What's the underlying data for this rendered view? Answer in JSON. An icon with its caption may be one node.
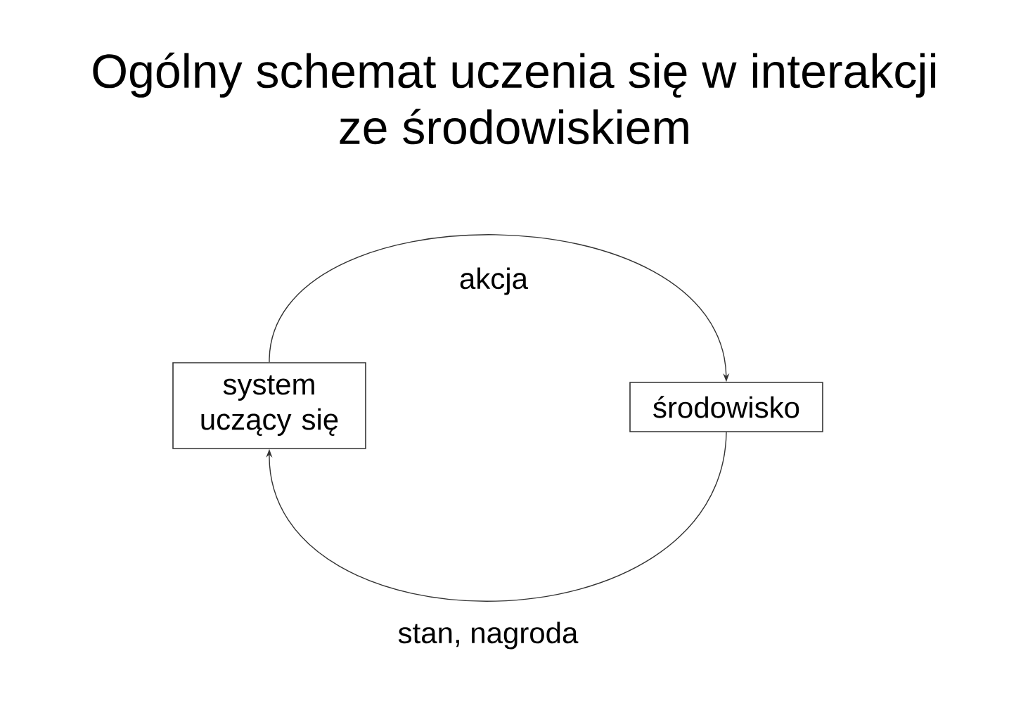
{
  "diagram": {
    "title": "Ogólny schemat uczenia się w interakcji ze środowiskiem",
    "nodes": [
      {
        "text": [
          "system uczący się"
        ]
      },
      {
        "text": [
          "środowisko"
        ]
      }
    ],
    "edges": [
      {
        "from": 0,
        "to": 1,
        "arrow": "to",
        "label": "akcja"
      },
      {
        "from": 1,
        "to": 0,
        "arrow": "to",
        "label": "stan, nagroda"
      }
    ]
  }
}
